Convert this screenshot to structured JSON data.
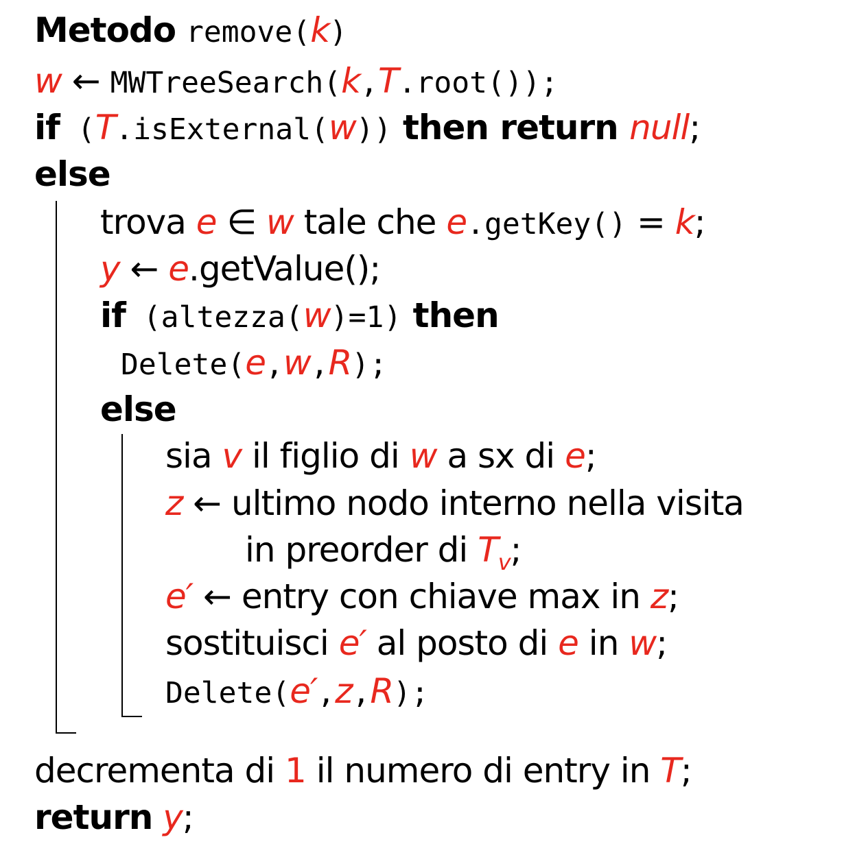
{
  "header": {
    "kw": "Metodo",
    "fn": "remove",
    "arg": "k"
  },
  "l1": {
    "w": "w",
    "arrow": " ← ",
    "call": "MWTreeSearch(",
    "k": "k",
    "T": "T",
    "rest": ".root());"
  },
  "l2": {
    "kw_if": "if",
    "open": " (",
    "T": "T",
    "call": ".isExternal(",
    "w": "w",
    "close": "))",
    "then_ret": " then return ",
    "null": "null",
    "semi": ";"
  },
  "l3": {
    "kw": "else"
  },
  "l4": {
    "t1": "trova ",
    "e": "e",
    "in": " ∈ ",
    "w": "w",
    "t2": " tale che ",
    "e2": "e",
    "call": ".getKey()",
    "eq": " = ",
    "k": "k",
    "semi": ";"
  },
  "l5": {
    "y": "y",
    "arrow": " ← ",
    "e": "e",
    "rest": ".getValue();"
  },
  "l6": {
    "kw_if": "if",
    "cond1": " (altezza(",
    "w": "w",
    "cond2": ")=1)",
    "then": " then"
  },
  "l7": {
    "call": "Delete(",
    "e": "e",
    "c1": ",",
    "w": "w",
    "c2": ",",
    "R": "R",
    "end": ");"
  },
  "l8": {
    "kw": "else"
  },
  "l9": {
    "t1": "sia ",
    "v": "v",
    "t2": " il figlio di ",
    "w": "w",
    "t3": " a sx di ",
    "e": "e",
    "semi": ";"
  },
  "l10": {
    "z": "z",
    "arrow": " ← ",
    "text": "ultimo nodo interno nella visita"
  },
  "l11": {
    "text": "in preorder di ",
    "T": "T",
    "sub": "v",
    "semi": ";"
  },
  "l12": {
    "e": "e′",
    "arrow": " ← ",
    "text": "entry con chiave max in ",
    "z": "z",
    "semi": ";"
  },
  "l13": {
    "t1": "sostituisci ",
    "e1": "e′",
    "t2": " al posto di ",
    "e": "e",
    "t3": " in ",
    "w": "w",
    "semi": ";"
  },
  "l14": {
    "call": "Delete(",
    "e": "e′",
    "c1": ",",
    "z": "z",
    "c2": ",",
    "R": "R",
    "end": ");"
  },
  "l15": {
    "t1": "decrementa di ",
    "one": "1",
    "t2": " il numero di entry in ",
    "T": "T",
    "semi": ";"
  },
  "l16": {
    "kw": "return",
    "sp": " ",
    "y": "y",
    "semi": ";"
  }
}
